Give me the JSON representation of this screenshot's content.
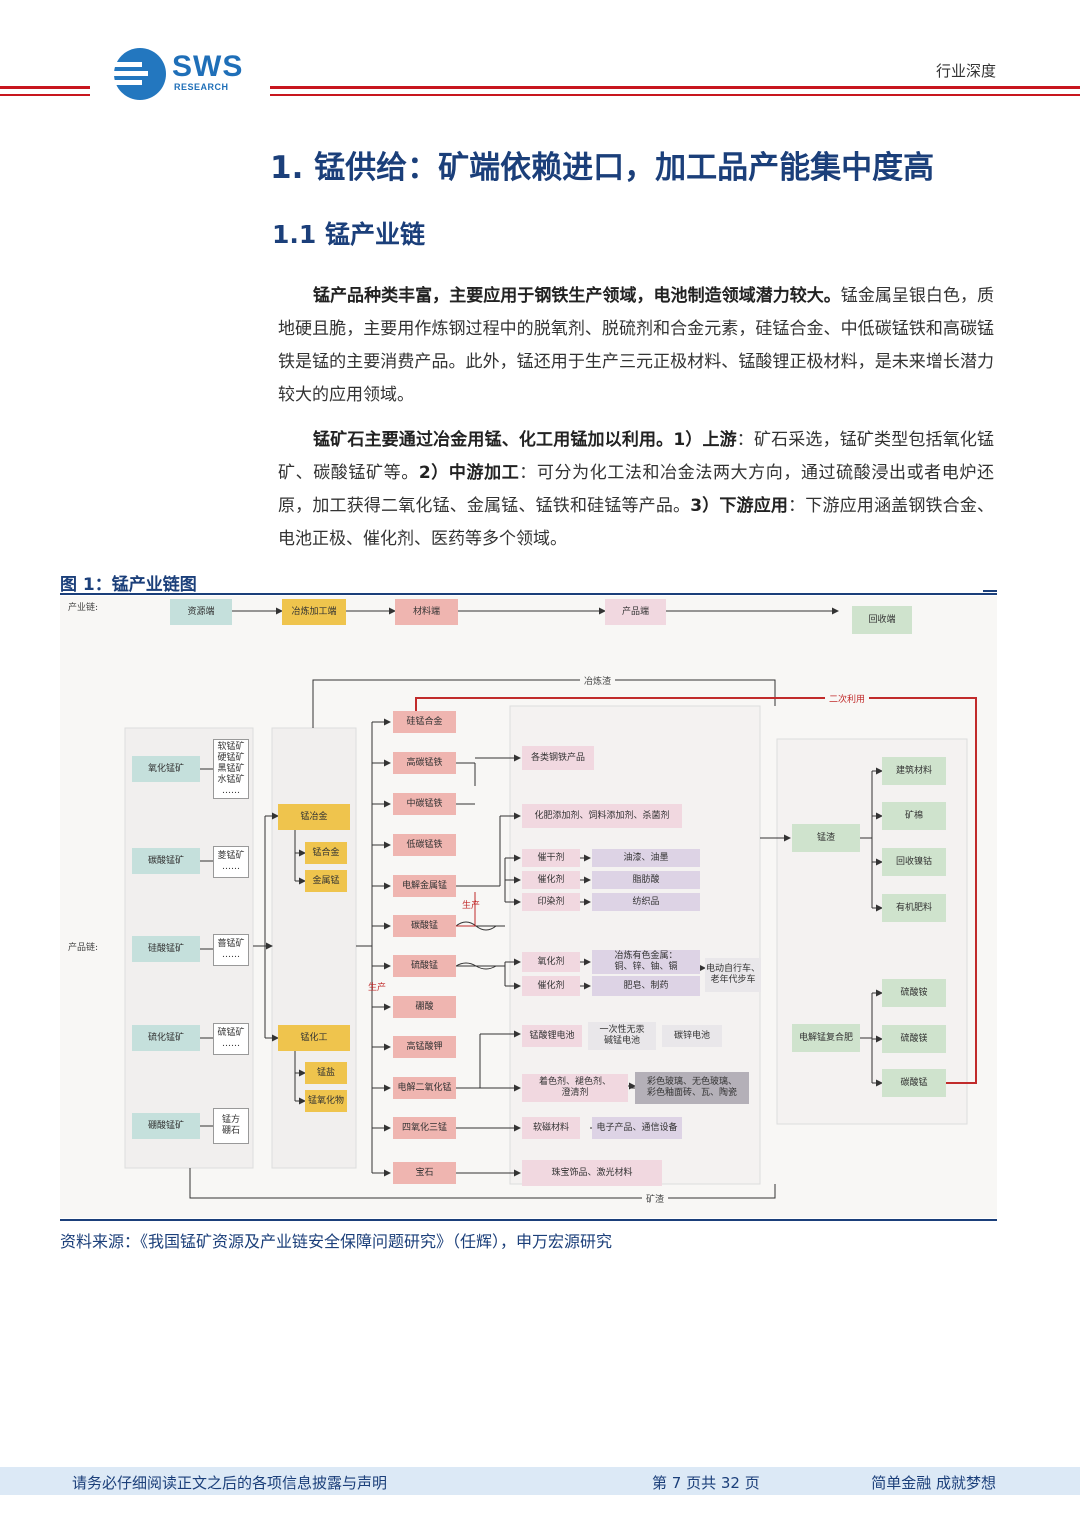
{
  "header": {
    "logo_text": "SWS",
    "logo_sub": "RESEARCH",
    "label": "行业深度",
    "colors": {
      "brand_blue": "#1f6fb8",
      "accent_red": "#c8161e",
      "heading_navy": "#1b3f7a"
    }
  },
  "h1": "1. 锰供给：矿端依赖进口，加工品产能集中度高",
  "h2": "1.1 锰产业链",
  "p1": {
    "lead": "锰产品种类丰富，主要应用于钢铁生产领域，电池制造领域潜力较大。",
    "rest": "锰金属呈银白色，质地硬且脆，主要用作炼钢过程中的脱氧剂、脱硫剂和合金元素，硅锰合金、中低碳锰铁和高碳锰铁是锰的主要消费产品。此外，锰还用于生产三元正极材料、锰酸锂正极材料，是未来增长潜力较大的应用领域。"
  },
  "p2": {
    "lead": "锰矿石主要通过冶金用锰、化工用锰加以利用。",
    "s1_lead": "1）上游",
    "s1": "：矿石采选，锰矿类型包括氧化锰矿、碳酸锰矿等。",
    "s2_lead": "2）中游加工",
    "s2": "：可分为化工法和冶金法两大方向，通过硫酸浸出或者电炉还原，加工获得二氧化锰、金属锰、锰铁和硅锰等产品。",
    "s3_lead": "3）下游应用",
    "s3": "：下游应用涵盖钢铁合金、电池正极、催化剂、医药等多个领域。"
  },
  "figure": {
    "title": "图 1：锰产业链图",
    "source": "资料来源：《我国锰矿资源及产业链安全保障问题研究》（任辉），申万宏源研究"
  },
  "diagram": {
    "row_chain": "产业链:",
    "row_product": "产品链:",
    "stages": [
      "资源端",
      "冶炼加工端",
      "材料端",
      "产品端",
      "回收端"
    ],
    "ores": [
      "氧化锰矿",
      "碳酸锰矿",
      "硅酸锰矿",
      "硫化锰矿",
      "硼酸锰矿"
    ],
    "minerals": [
      "软锰矿\n硬锰矿\n黑锰矿\n水锰矿\n……",
      "菱锰矿\n……",
      "蔷锰矿\n……",
      "硫锰矿\n……",
      "锰方\n硼石"
    ],
    "met": {
      "main": "锰冶金",
      "subs": [
        "锰合金",
        "金属锰"
      ]
    },
    "chem": {
      "main": "锰化工",
      "subs": [
        "锰盐",
        "锰氧化物"
      ]
    },
    "materials": [
      "硅锰合金",
      "高碳锰铁",
      "中碳锰铁",
      "低碳锰铁",
      "电解金属锰",
      "碳酸锰",
      "硫酸锰",
      "硼酸",
      "高锰酸钾",
      "电解二氧化锰",
      "四氧化三锰",
      "宝石"
    ],
    "products": {
      "steel": "各类钢铁产品",
      "fert": "化肥添加剂、饲料添加剂、杀菌剂",
      "agents1": [
        "催干剂",
        "催化剂",
        "印染剂"
      ],
      "uses1": [
        "油漆、油墨",
        "脂肪酸",
        "纺织品"
      ],
      "agents2": [
        "氧化剂",
        "催化剂"
      ],
      "uses2": [
        "冶炼有色金属：\n铜、锌、铀、镉",
        "肥皂、制药"
      ],
      "ev": "电动自行车、\n老年代步车",
      "battery": [
        "锰酸锂电池",
        "一次性无汞\n碱锰电池",
        "碳锌电池"
      ],
      "pigment": "着色剂、褪色剂、\n澄清剂",
      "glass": "彩色玻璃、无色玻璃、\n彩色釉面砖、瓦、陶瓷",
      "magnet": "软磁材料",
      "electronics": "电子产品、通信设备",
      "jewel": "珠宝饰品、激光材料"
    },
    "recycle": {
      "slag": "锰渣",
      "slag_uses": [
        "建筑材料",
        "矿棉",
        "回收镍钴",
        "有机肥料"
      ],
      "fert": "电解锰复合肥",
      "fert_uses": [
        "硫酸铵",
        "硫酸镁",
        "碳酸锰"
      ]
    },
    "labels": {
      "smelt_slag": "冶炼渣",
      "secondary": "二次利用",
      "mine_slag": "矿渣",
      "produce1": "生产",
      "produce2": "生产"
    }
  },
  "footer": {
    "left": "请务必仔细阅读正文之后的各项信息披露与声明",
    "page": "第 7 页共 32 页",
    "right": "简单金融 成就梦想"
  }
}
